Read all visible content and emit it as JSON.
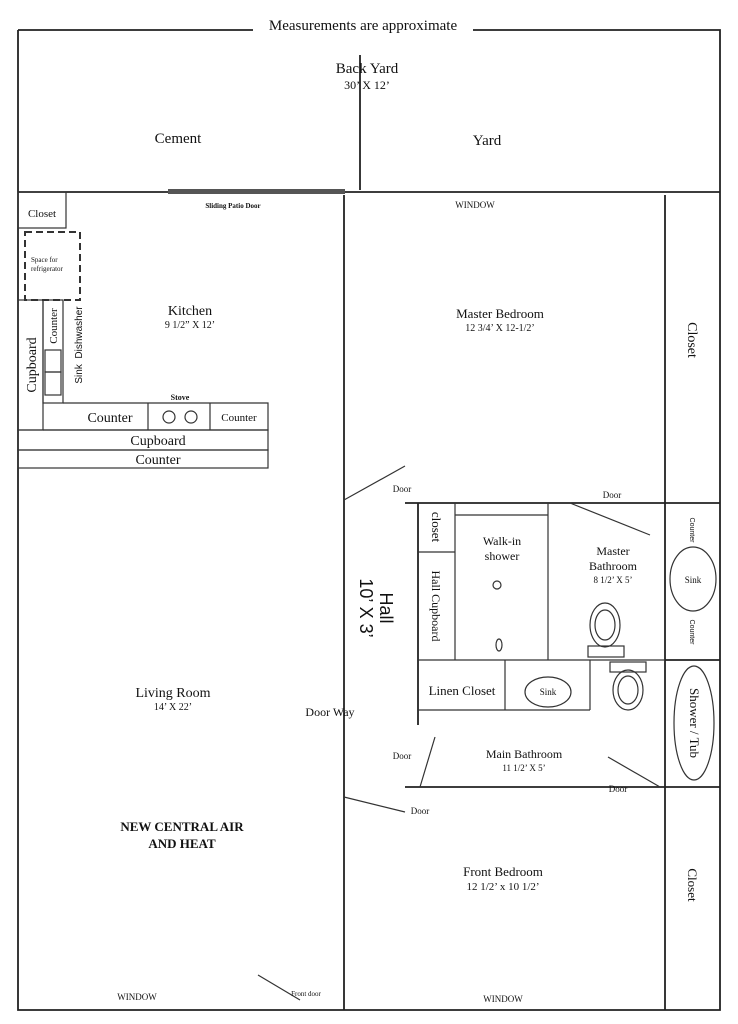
{
  "title": "Measurements are approximate",
  "back_yard": {
    "label": "Back Yard",
    "size": "30’ X 12’",
    "cement": "Cement",
    "yard": "Yard"
  },
  "kitchen": {
    "closet": "Closet",
    "fridge_line1": "Space for",
    "fridge_line2": "refrigerator",
    "patio_door": "Sliding Patio Door",
    "name": "Kitchen",
    "size": "9 1/2” X 12’",
    "cupboard_vertical": "Cupboard",
    "counter_vertical": "Counter",
    "sink_dishwasher": "Sink  Dishwasher",
    "stove": "Stove",
    "counter_left": "Counter",
    "counter_right": "Counter",
    "cupboard": "Cupboard",
    "counter_bottom": "Counter"
  },
  "master_bedroom": {
    "window": "WINDOW",
    "name": "Master Bedroom",
    "size": "12 3/4’ X 12-1/2’",
    "closet": "Closet",
    "door_left": "Door",
    "door_right": "Door"
  },
  "hall": {
    "name": "Hall",
    "size": "10’ X 3’",
    "closet": "closet",
    "cupboard": "Hall Cupboard",
    "door_way": "Door Way"
  },
  "master_bath": {
    "shower_line1": "Walk-in",
    "shower_line2": "shower",
    "name_line1": "Master",
    "name_line2": "Bathroom",
    "size": "8 1/2’ X 5’",
    "counter_top": "Counter",
    "sink": "Sink",
    "counter_bottom": "Counter"
  },
  "main_bath": {
    "linen": "Linen Closet",
    "sink": "Sink",
    "name": "Main Bathroom",
    "size": "11 1/2’ X 5’",
    "tub": "Shower / Tub",
    "door_left": "Door",
    "door_bottom": "Door"
  },
  "living_room": {
    "name": "Living Room",
    "size": "14’ X 22’",
    "note_line1": "NEW CENTRAL AIR",
    "note_line2": "AND HEAT",
    "window": "WINDOW",
    "front_door": "Front door"
  },
  "front_bedroom": {
    "door": "Door",
    "name": "Front Bedroom",
    "size": "12 1/2’ x 10 1/2’",
    "closet": "Closet",
    "window": "WINDOW"
  }
}
